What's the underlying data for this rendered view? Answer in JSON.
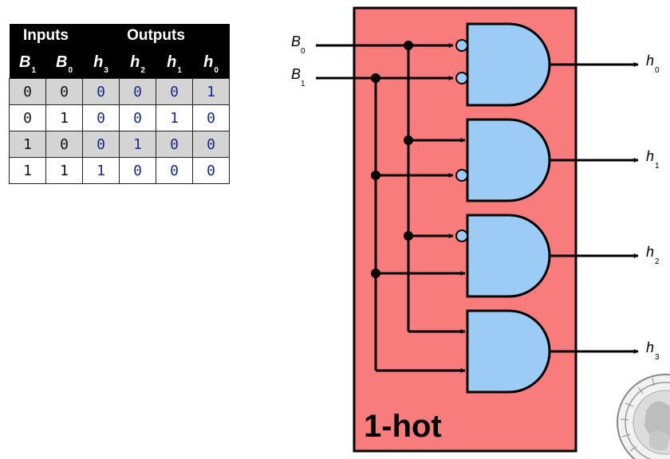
{
  "table": {
    "group_headers": [
      "Inputs",
      "Outputs"
    ],
    "columns": [
      {
        "var": "B",
        "sub": "1"
      },
      {
        "var": "B",
        "sub": "0"
      },
      {
        "var": "h",
        "sub": "3"
      },
      {
        "var": "h",
        "sub": "2"
      },
      {
        "var": "h",
        "sub": "1"
      },
      {
        "var": "h",
        "sub": "0"
      }
    ],
    "rows": [
      [
        "0",
        "0",
        "0",
        "0",
        "0",
        "1"
      ],
      [
        "0",
        "1",
        "0",
        "0",
        "1",
        "0"
      ],
      [
        "1",
        "0",
        "0",
        "1",
        "0",
        "0"
      ],
      [
        "1",
        "1",
        "1",
        "0",
        "0",
        "0"
      ]
    ]
  },
  "diagram": {
    "block_title": "1-hot",
    "inputs": [
      {
        "var": "B",
        "sub": "0"
      },
      {
        "var": "B",
        "sub": "1"
      }
    ],
    "outputs": [
      {
        "var": "h",
        "sub": "0"
      },
      {
        "var": "h",
        "sub": "1"
      },
      {
        "var": "h",
        "sub": "2"
      },
      {
        "var": "h",
        "sub": "3"
      }
    ],
    "colors": {
      "block_fill": "#f97c7c",
      "gate_fill": "#9ccbf6",
      "table_header": "#000000",
      "table_shade": "#d4d4d4",
      "output_digit": "#1a2a8a"
    }
  },
  "seal": {
    "description_icon": "university-seal-logo"
  }
}
